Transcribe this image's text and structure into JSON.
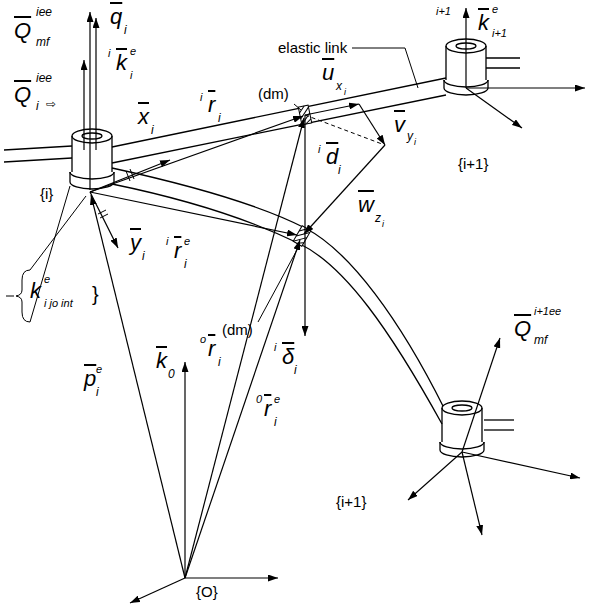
{
  "diagram": {
    "labels": [
      "Q",
      "iee",
      "mf",
      "q",
      "i",
      "elastic link",
      "i+1",
      "k",
      "e",
      "i+1",
      "(dm)",
      "Q",
      "iee",
      "i",
      "⇨",
      "i",
      "k",
      "e",
      "i",
      "x",
      "i",
      "i",
      "r",
      "i",
      "u",
      "x",
      "i",
      "{i}",
      "v",
      "y",
      "i",
      "i",
      "d",
      "i",
      "w",
      "z",
      "i",
      "{i+1}",
      "y",
      "i",
      "i",
      "r",
      "e",
      "i",
      "k",
      "e",
      "i jo int",
      "}",
      "(dm)",
      "p",
      "e",
      "i",
      "k",
      "0",
      "o",
      "r",
      "i",
      "i",
      "δ",
      "i",
      "0",
      "r",
      "e",
      "i",
      "Q",
      "i+1ee",
      "mf",
      "{i+1}",
      "{O}"
    ]
  }
}
